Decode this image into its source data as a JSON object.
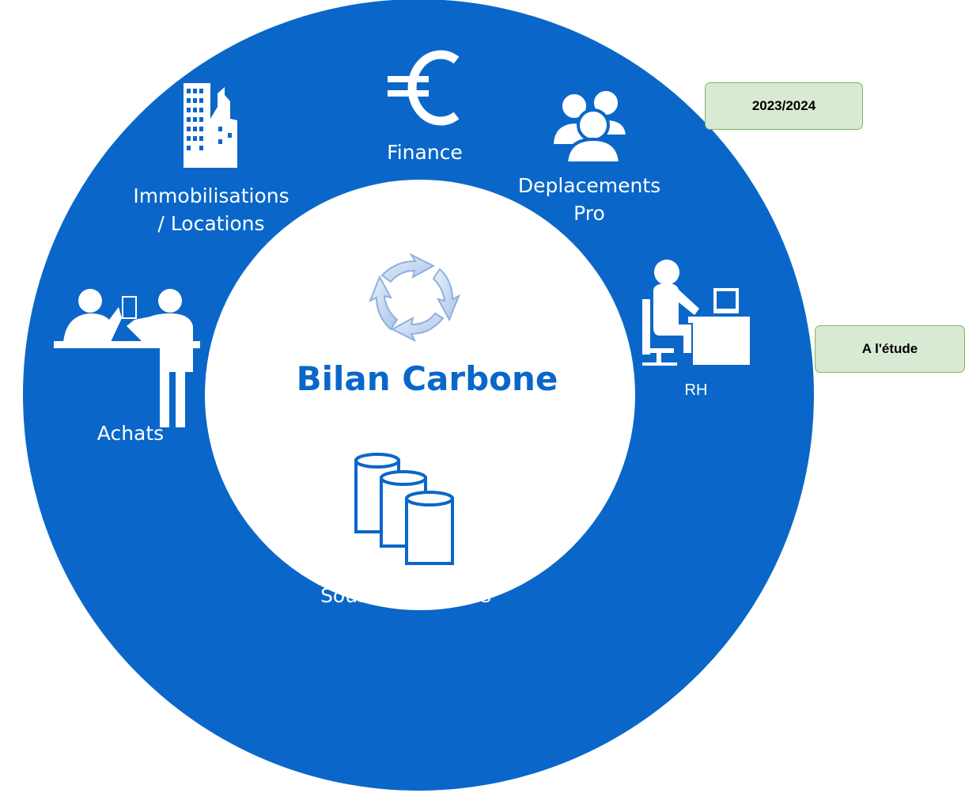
{
  "diagram": {
    "center_title": "Bilan Carbone",
    "center_icon": "refresh-cycle-icon",
    "colors": {
      "ring": "#0a67c9",
      "center": "#ffffff",
      "title": "#0a67c9",
      "status_fill": "#d8ead3",
      "status_border": "#82b366"
    },
    "sectors": [
      {
        "key": "finance",
        "icon": "euro-icon",
        "label": "Finance"
      },
      {
        "key": "deplacements",
        "icon": "people-group-icon",
        "label_lines": [
          "Deplacements",
          "Pro"
        ]
      },
      {
        "key": "rh",
        "icon": "office-worker-icon",
        "label": "RH"
      },
      {
        "key": "sources",
        "icon": "databases-icon",
        "label": "Sources externes"
      },
      {
        "key": "achats",
        "icon": "service-desk-icon",
        "label": "Achats"
      },
      {
        "key": "immobilisations",
        "icon": "building-icon",
        "label_lines": [
          "Immobilisations",
          "/ Locations"
        ]
      }
    ],
    "status_boxes": [
      {
        "text": "2023/2024"
      },
      {
        "text": "A l'étude"
      }
    ]
  }
}
